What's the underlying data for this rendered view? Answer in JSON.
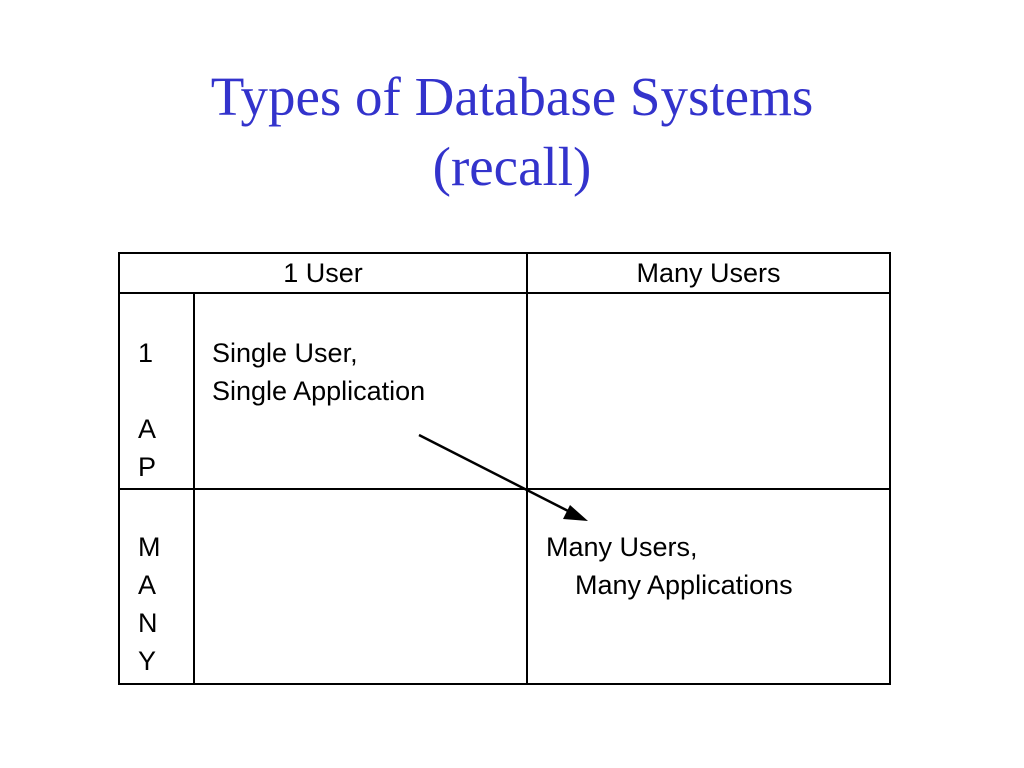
{
  "slide": {
    "title_line1": "Types of Database Systems",
    "title_line2": "(recall)"
  },
  "table": {
    "header": {
      "col1": "1 User",
      "col2": "Many Users"
    },
    "rows": [
      {
        "label_chars": [
          "1",
          "",
          "A",
          "P"
        ],
        "cell_1user_line1": "Single User,",
        "cell_1user_line2": "Single Application",
        "cell_many_line1": "",
        "cell_many_line2": ""
      },
      {
        "label_chars": [
          "M",
          "A",
          "N",
          "Y"
        ],
        "cell_1user_line1": "",
        "cell_1user_line2": "",
        "cell_many_line1": "Many Users,",
        "cell_many_line2": "Many Applications"
      }
    ]
  },
  "colors": {
    "title": "#3333cc",
    "text": "#000000",
    "lines": "#000000"
  },
  "icons": {
    "arrow": "arrow-right-down-icon"
  }
}
